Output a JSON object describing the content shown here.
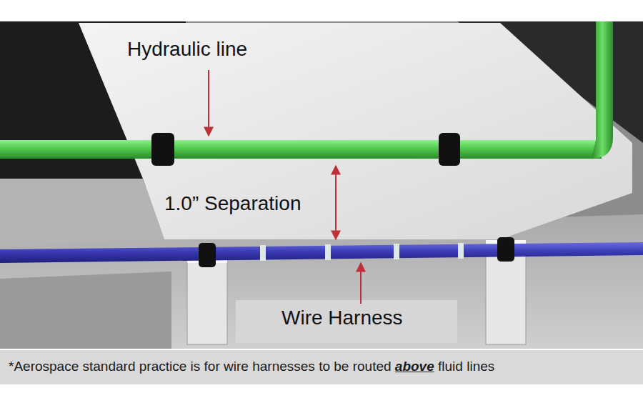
{
  "diagram": {
    "caption": "*Aerospace standard practice is for wire harnesses to be routed above fluid lines",
    "labels": [
      "Hydraulic line",
      "1.0” Separation",
      "Wire Harness"
    ]
  }
}
